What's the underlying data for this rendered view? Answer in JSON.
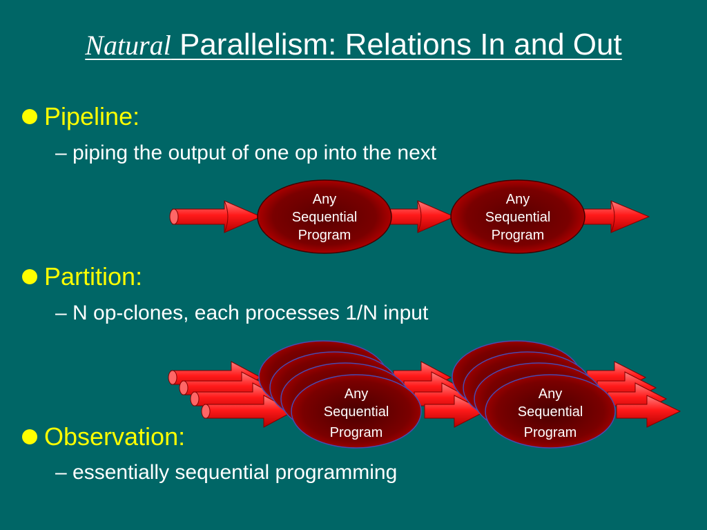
{
  "slide": {
    "title_italic": "Natural",
    "title_rest": " Parallelism: Relations In and Out",
    "bullets": [
      {
        "label": "Pipeline:",
        "sub": "– piping the output of one op into the next"
      },
      {
        "label": "Partition:",
        "sub": "– N op-clones, each processes 1/N input"
      },
      {
        "label": "Observation:",
        "sub": "– essentially sequential programming"
      }
    ],
    "program_label": [
      "Any",
      "Sequential",
      "Program"
    ]
  },
  "colors": {
    "background": "#006666",
    "bullet": "#ffff00",
    "arrow": "#ff1a1a",
    "ellipse": "#8b0000"
  }
}
